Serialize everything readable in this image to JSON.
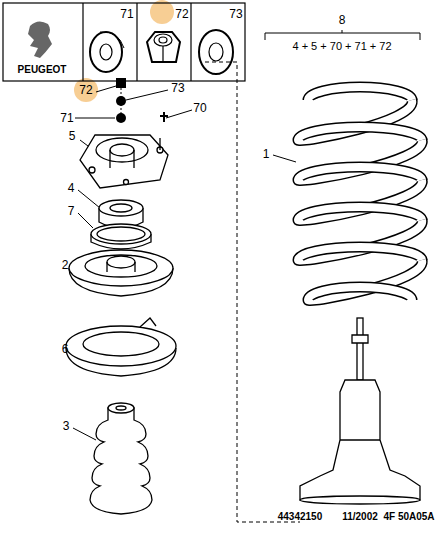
{
  "diagram": {
    "labels": [
      "71",
      "72",
      "73",
      "PEUGEOT",
      "72",
      "73",
      "71",
      "70",
      "5",
      "4",
      "7",
      "2",
      "6",
      "3",
      "8",
      "4 + 5 + 70 + 71 + 72",
      "1",
      "44342150",
      "11/2002",
      "4F 50A05A"
    ]
  }
}
